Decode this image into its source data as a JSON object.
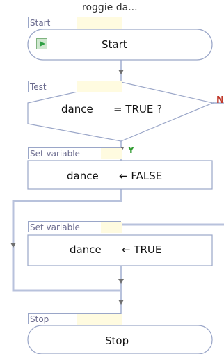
{
  "header": {
    "partial_title": "roggie da..."
  },
  "nodes": {
    "start": {
      "tag": "Start",
      "label": "Start"
    },
    "test": {
      "tag": "Test",
      "label_var": "dance",
      "label_expr": "= TRUE  ?",
      "no_label": "N",
      "yes_label": "Y"
    },
    "set1": {
      "tag": "Set variable",
      "label_var": "dance",
      "label_value": "← FALSE"
    },
    "set2": {
      "tag": "Set variable",
      "label_var": "dance",
      "label_value": "← TRUE"
    },
    "stop": {
      "tag": "Stop",
      "label": "Stop"
    }
  },
  "colors": {
    "node_border": "#9aa6c8",
    "connector": "#b8c2dc",
    "arrow": "#6f6f6f",
    "tag_text": "#6b6b8e",
    "yes_green": "#2f9b2f",
    "no_red": "#c0392b",
    "play_green": "#2ea043"
  },
  "icons": {
    "start_icon": "play-icon"
  }
}
